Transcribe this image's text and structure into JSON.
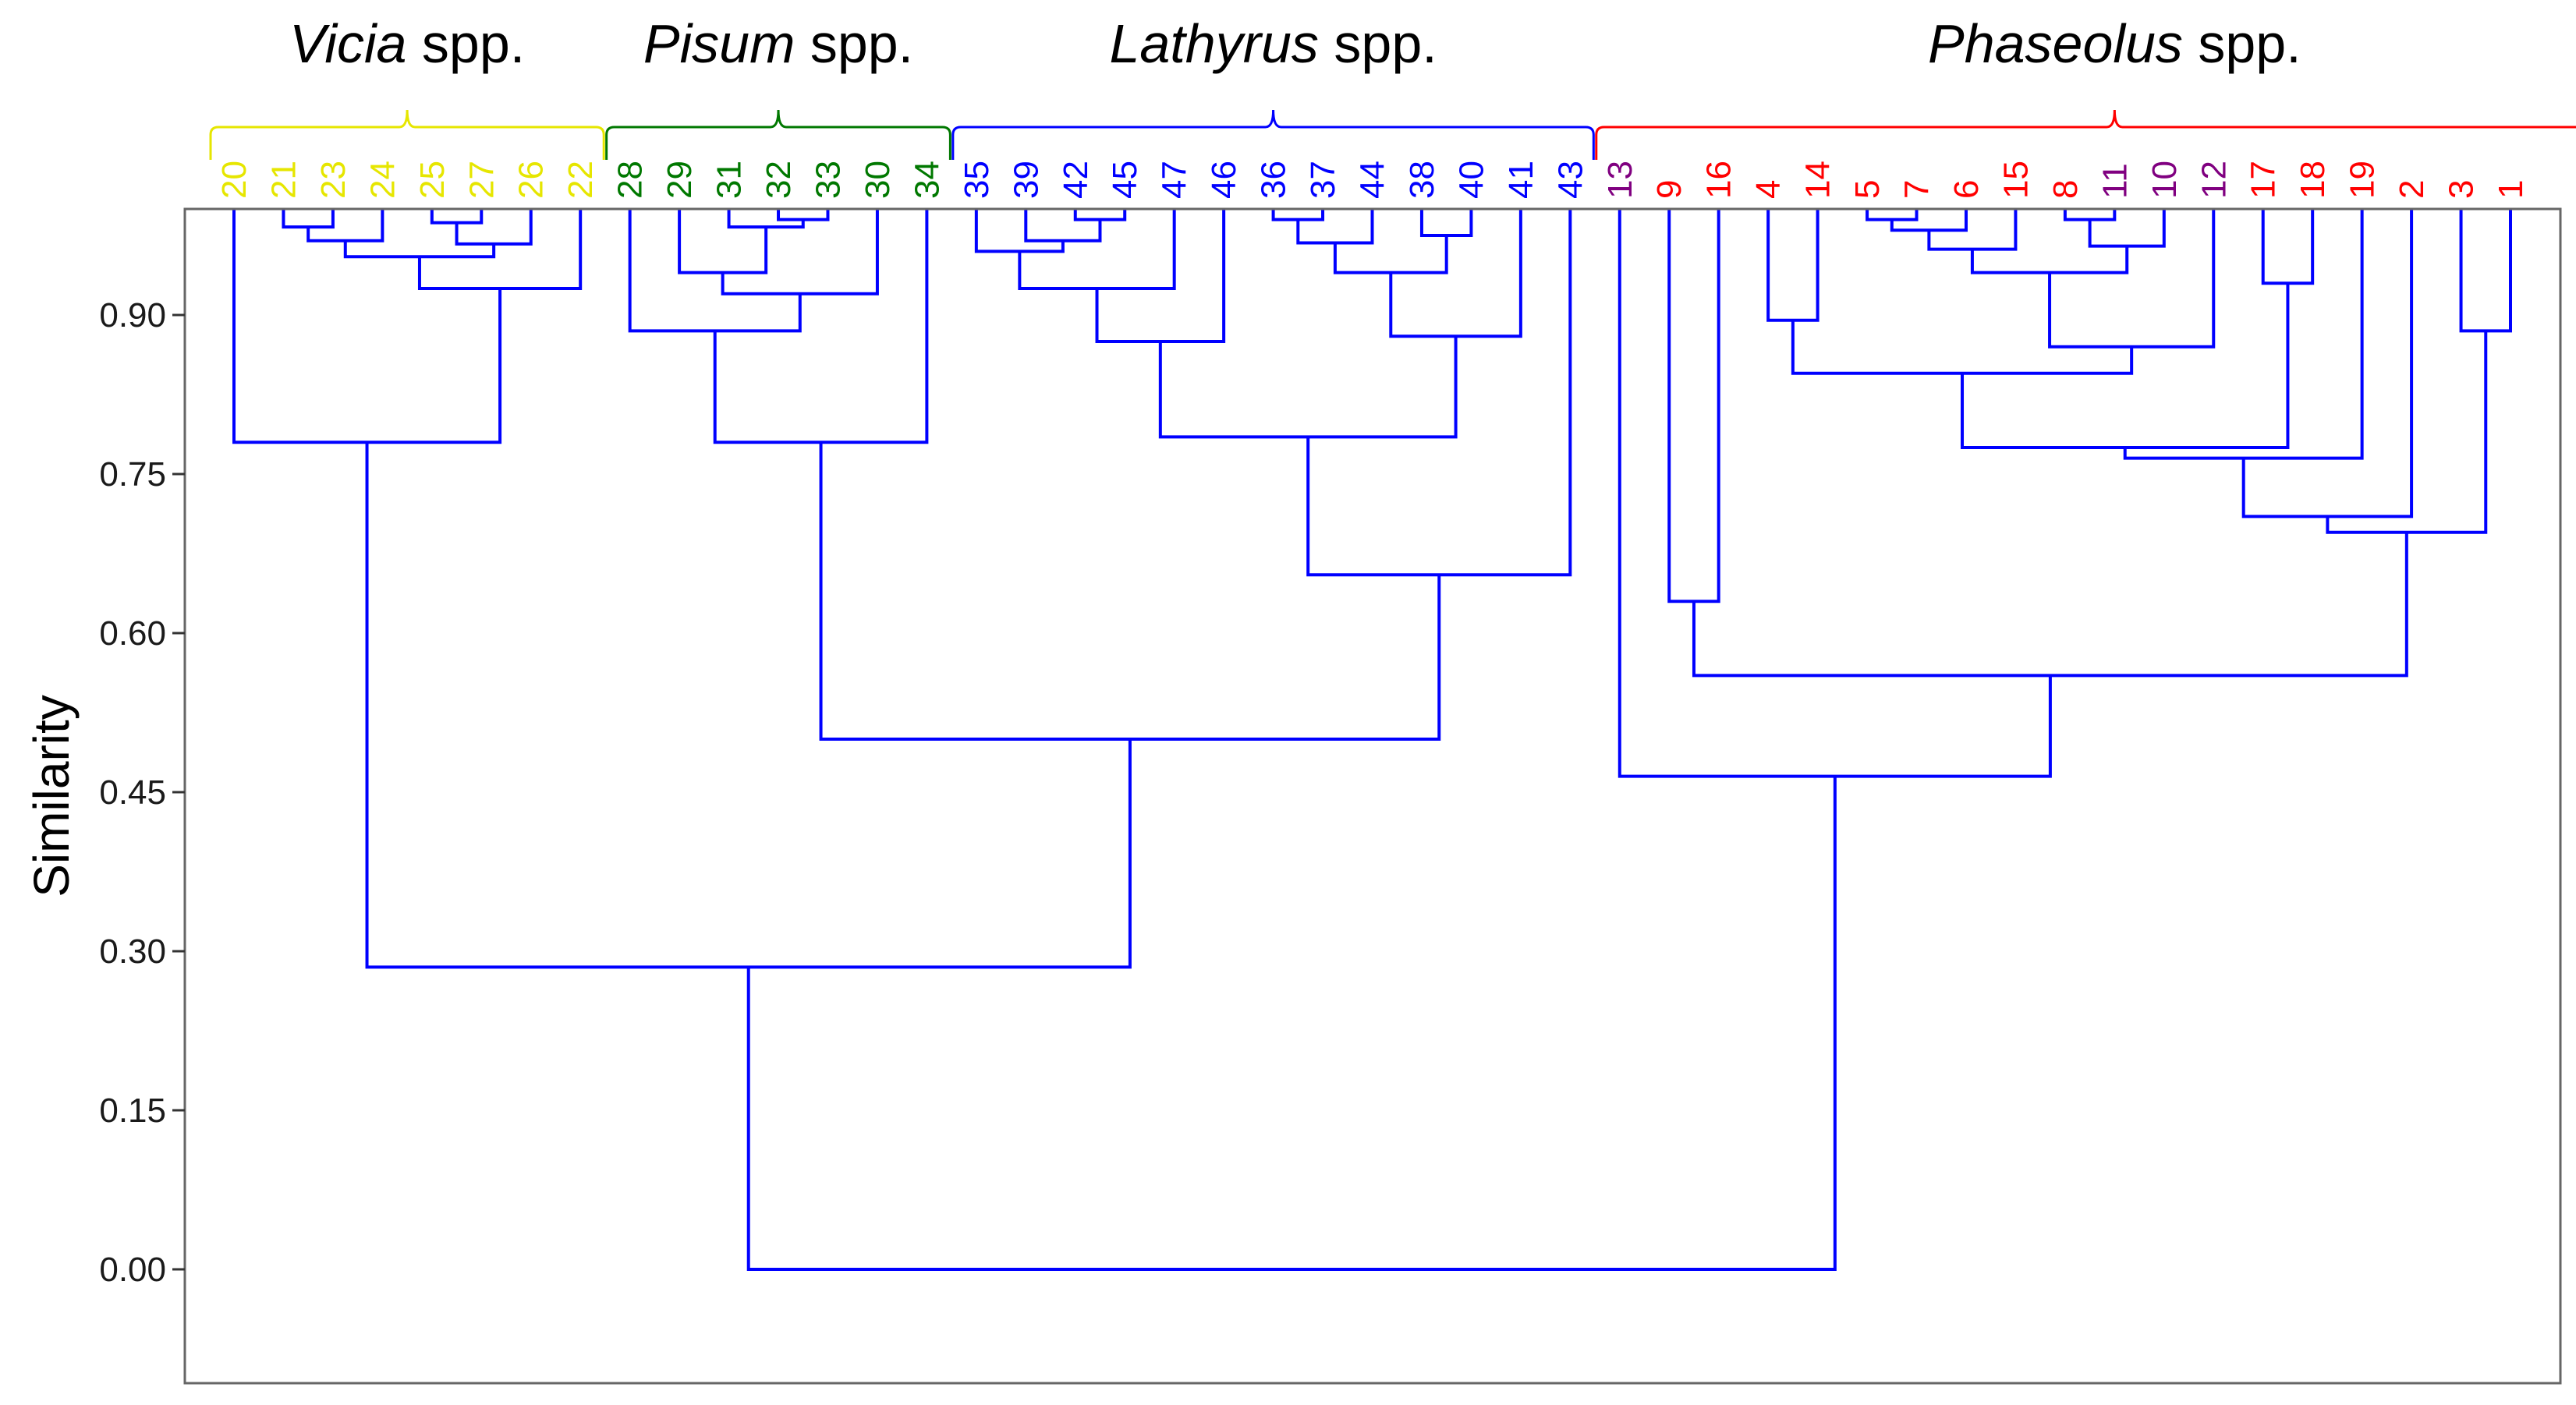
{
  "chart_data": {
    "type": "dendrogram",
    "ylabel": "Similarity",
    "ylim": [
      -0.1,
      1.0
    ],
    "yticks": [
      0.0,
      0.15,
      0.3,
      0.45,
      0.6,
      0.75,
      0.9
    ],
    "ytick_labels": [
      "0.00",
      "0.15",
      "0.30",
      "0.45",
      "0.60",
      "0.75",
      "0.90"
    ],
    "link_color": "#0000ff",
    "frame_color": "#666666",
    "groups": [
      {
        "name": "Vicia",
        "suffix": " spp.",
        "color": "#e6e600",
        "first": 0,
        "last": 7
      },
      {
        "name": "Pisum",
        "suffix": " spp.",
        "color": "#007800",
        "first": 8,
        "last": 14
      },
      {
        "name": "Lathyrus",
        "suffix": " spp.",
        "color": "#0000ff",
        "first": 15,
        "last": 27
      },
      {
        "name": "Phaseolus",
        "suffix": " spp.",
        "color": "#ff0000",
        "first": 28,
        "last": 48
      }
    ],
    "leaves": [
      {
        "label": "20",
        "color": "#e6e600"
      },
      {
        "label": "21",
        "color": "#e6e600"
      },
      {
        "label": "23",
        "color": "#e6e600"
      },
      {
        "label": "24",
        "color": "#e6e600"
      },
      {
        "label": "25",
        "color": "#e6e600"
      },
      {
        "label": "27",
        "color": "#e6e600"
      },
      {
        "label": "26",
        "color": "#e6e600"
      },
      {
        "label": "22",
        "color": "#e6e600"
      },
      {
        "label": "28",
        "color": "#007800"
      },
      {
        "label": "29",
        "color": "#007800"
      },
      {
        "label": "31",
        "color": "#007800"
      },
      {
        "label": "32",
        "color": "#007800"
      },
      {
        "label": "33",
        "color": "#007800"
      },
      {
        "label": "30",
        "color": "#007800"
      },
      {
        "label": "34",
        "color": "#007800"
      },
      {
        "label": "35",
        "color": "#0000ff"
      },
      {
        "label": "39",
        "color": "#0000ff"
      },
      {
        "label": "42",
        "color": "#0000ff"
      },
      {
        "label": "45",
        "color": "#0000ff"
      },
      {
        "label": "47",
        "color": "#0000ff"
      },
      {
        "label": "46",
        "color": "#0000ff"
      },
      {
        "label": "36",
        "color": "#0000ff"
      },
      {
        "label": "37",
        "color": "#0000ff"
      },
      {
        "label": "44",
        "color": "#0000ff"
      },
      {
        "label": "38",
        "color": "#0000ff"
      },
      {
        "label": "40",
        "color": "#0000ff"
      },
      {
        "label": "41",
        "color": "#0000ff"
      },
      {
        "label": "43",
        "color": "#0000ff"
      },
      {
        "label": "13",
        "color": "#800080"
      },
      {
        "label": "9",
        "color": "#ff0000"
      },
      {
        "label": "16",
        "color": "#ff0000"
      },
      {
        "label": "4",
        "color": "#ff0000"
      },
      {
        "label": "14",
        "color": "#ff0000"
      },
      {
        "label": "5",
        "color": "#ff0000"
      },
      {
        "label": "7",
        "color": "#ff0000"
      },
      {
        "label": "6",
        "color": "#ff0000"
      },
      {
        "label": "15",
        "color": "#ff0000"
      },
      {
        "label": "8",
        "color": "#ff0000"
      },
      {
        "label": "11",
        "color": "#800080"
      },
      {
        "label": "10",
        "color": "#800080"
      },
      {
        "label": "12",
        "color": "#800080"
      },
      {
        "label": "17",
        "color": "#ff0000"
      },
      {
        "label": "18",
        "color": "#ff0000"
      },
      {
        "label": "19",
        "color": "#ff0000"
      },
      {
        "label": "2",
        "color": "#ff0000"
      },
      {
        "label": "3",
        "color": "#ff0000"
      },
      {
        "label": "1",
        "color": "#ff0000"
      }
    ],
    "merges": [
      {
        "a": "21",
        "b": "23",
        "h": 0.983
      },
      {
        "a": "25",
        "b": "27",
        "h": 0.987
      },
      {
        "a": "m0",
        "b": "24",
        "h": 0.97
      },
      {
        "a": "m1",
        "b": "26",
        "h": 0.967
      },
      {
        "a": "m2",
        "b": "m3",
        "h": 0.955
      },
      {
        "a": "m4",
        "b": "22",
        "h": 0.925
      },
      {
        "a": "20",
        "b": "m5",
        "h": 0.78
      },
      {
        "a": "32",
        "b": "33",
        "h": 0.99
      },
      {
        "a": "31",
        "b": "m7",
        "h": 0.983
      },
      {
        "a": "29",
        "b": "m8",
        "h": 0.94
      },
      {
        "a": "m9",
        "b": "30",
        "h": 0.92
      },
      {
        "a": "28",
        "b": "m10",
        "h": 0.885
      },
      {
        "a": "m11",
        "b": "34",
        "h": 0.78
      },
      {
        "a": "42",
        "b": "45",
        "h": 0.99
      },
      {
        "a": "39",
        "b": "m13",
        "h": 0.97
      },
      {
        "a": "35",
        "b": "m14",
        "h": 0.96
      },
      {
        "a": "m15",
        "b": "47",
        "h": 0.925
      },
      {
        "a": "m16",
        "b": "46",
        "h": 0.875
      },
      {
        "a": "36",
        "b": "37",
        "h": 0.99
      },
      {
        "a": "m18",
        "b": "44",
        "h": 0.968
      },
      {
        "a": "38",
        "b": "40",
        "h": 0.975
      },
      {
        "a": "m19",
        "b": "m20",
        "h": 0.94
      },
      {
        "a": "m21",
        "b": "41",
        "h": 0.88
      },
      {
        "a": "m17",
        "b": "m22",
        "h": 0.785
      },
      {
        "a": "m23",
        "b": "43",
        "h": 0.655
      },
      {
        "a": "m12",
        "b": "m24",
        "h": 0.5
      },
      {
        "a": "m6",
        "b": "m25",
        "h": 0.285
      },
      {
        "a": "9",
        "b": "16",
        "h": 0.63
      },
      {
        "a": "4",
        "b": "14",
        "h": 0.895
      },
      {
        "a": "5",
        "b": "7",
        "h": 0.99
      },
      {
        "a": "m29",
        "b": "6",
        "h": 0.98
      },
      {
        "a": "m30",
        "b": "15",
        "h": 0.962
      },
      {
        "a": "8",
        "b": "11",
        "h": 0.99
      },
      {
        "a": "m32",
        "b": "10",
        "h": 0.965
      },
      {
        "a": "m31",
        "b": "m33",
        "h": 0.94
      },
      {
        "a": "m34",
        "b": "12",
        "h": 0.87
      },
      {
        "a": "m28",
        "b": "m35",
        "h": 0.845
      },
      {
        "a": "17",
        "b": "18",
        "h": 0.93
      },
      {
        "a": "m36",
        "b": "m37",
        "h": 0.775
      },
      {
        "a": "m38",
        "b": "19",
        "h": 0.765
      },
      {
        "a": "m39",
        "b": "2",
        "h": 0.71
      },
      {
        "a": "3",
        "b": "1",
        "h": 0.885
      },
      {
        "a": "m40",
        "b": "m41",
        "h": 0.695
      },
      {
        "a": "m27",
        "b": "m42",
        "h": 0.56
      },
      {
        "a": "13",
        "b": "m43",
        "h": 0.465
      },
      {
        "a": "m26",
        "b": "m44",
        "h": 0.0
      }
    ]
  }
}
